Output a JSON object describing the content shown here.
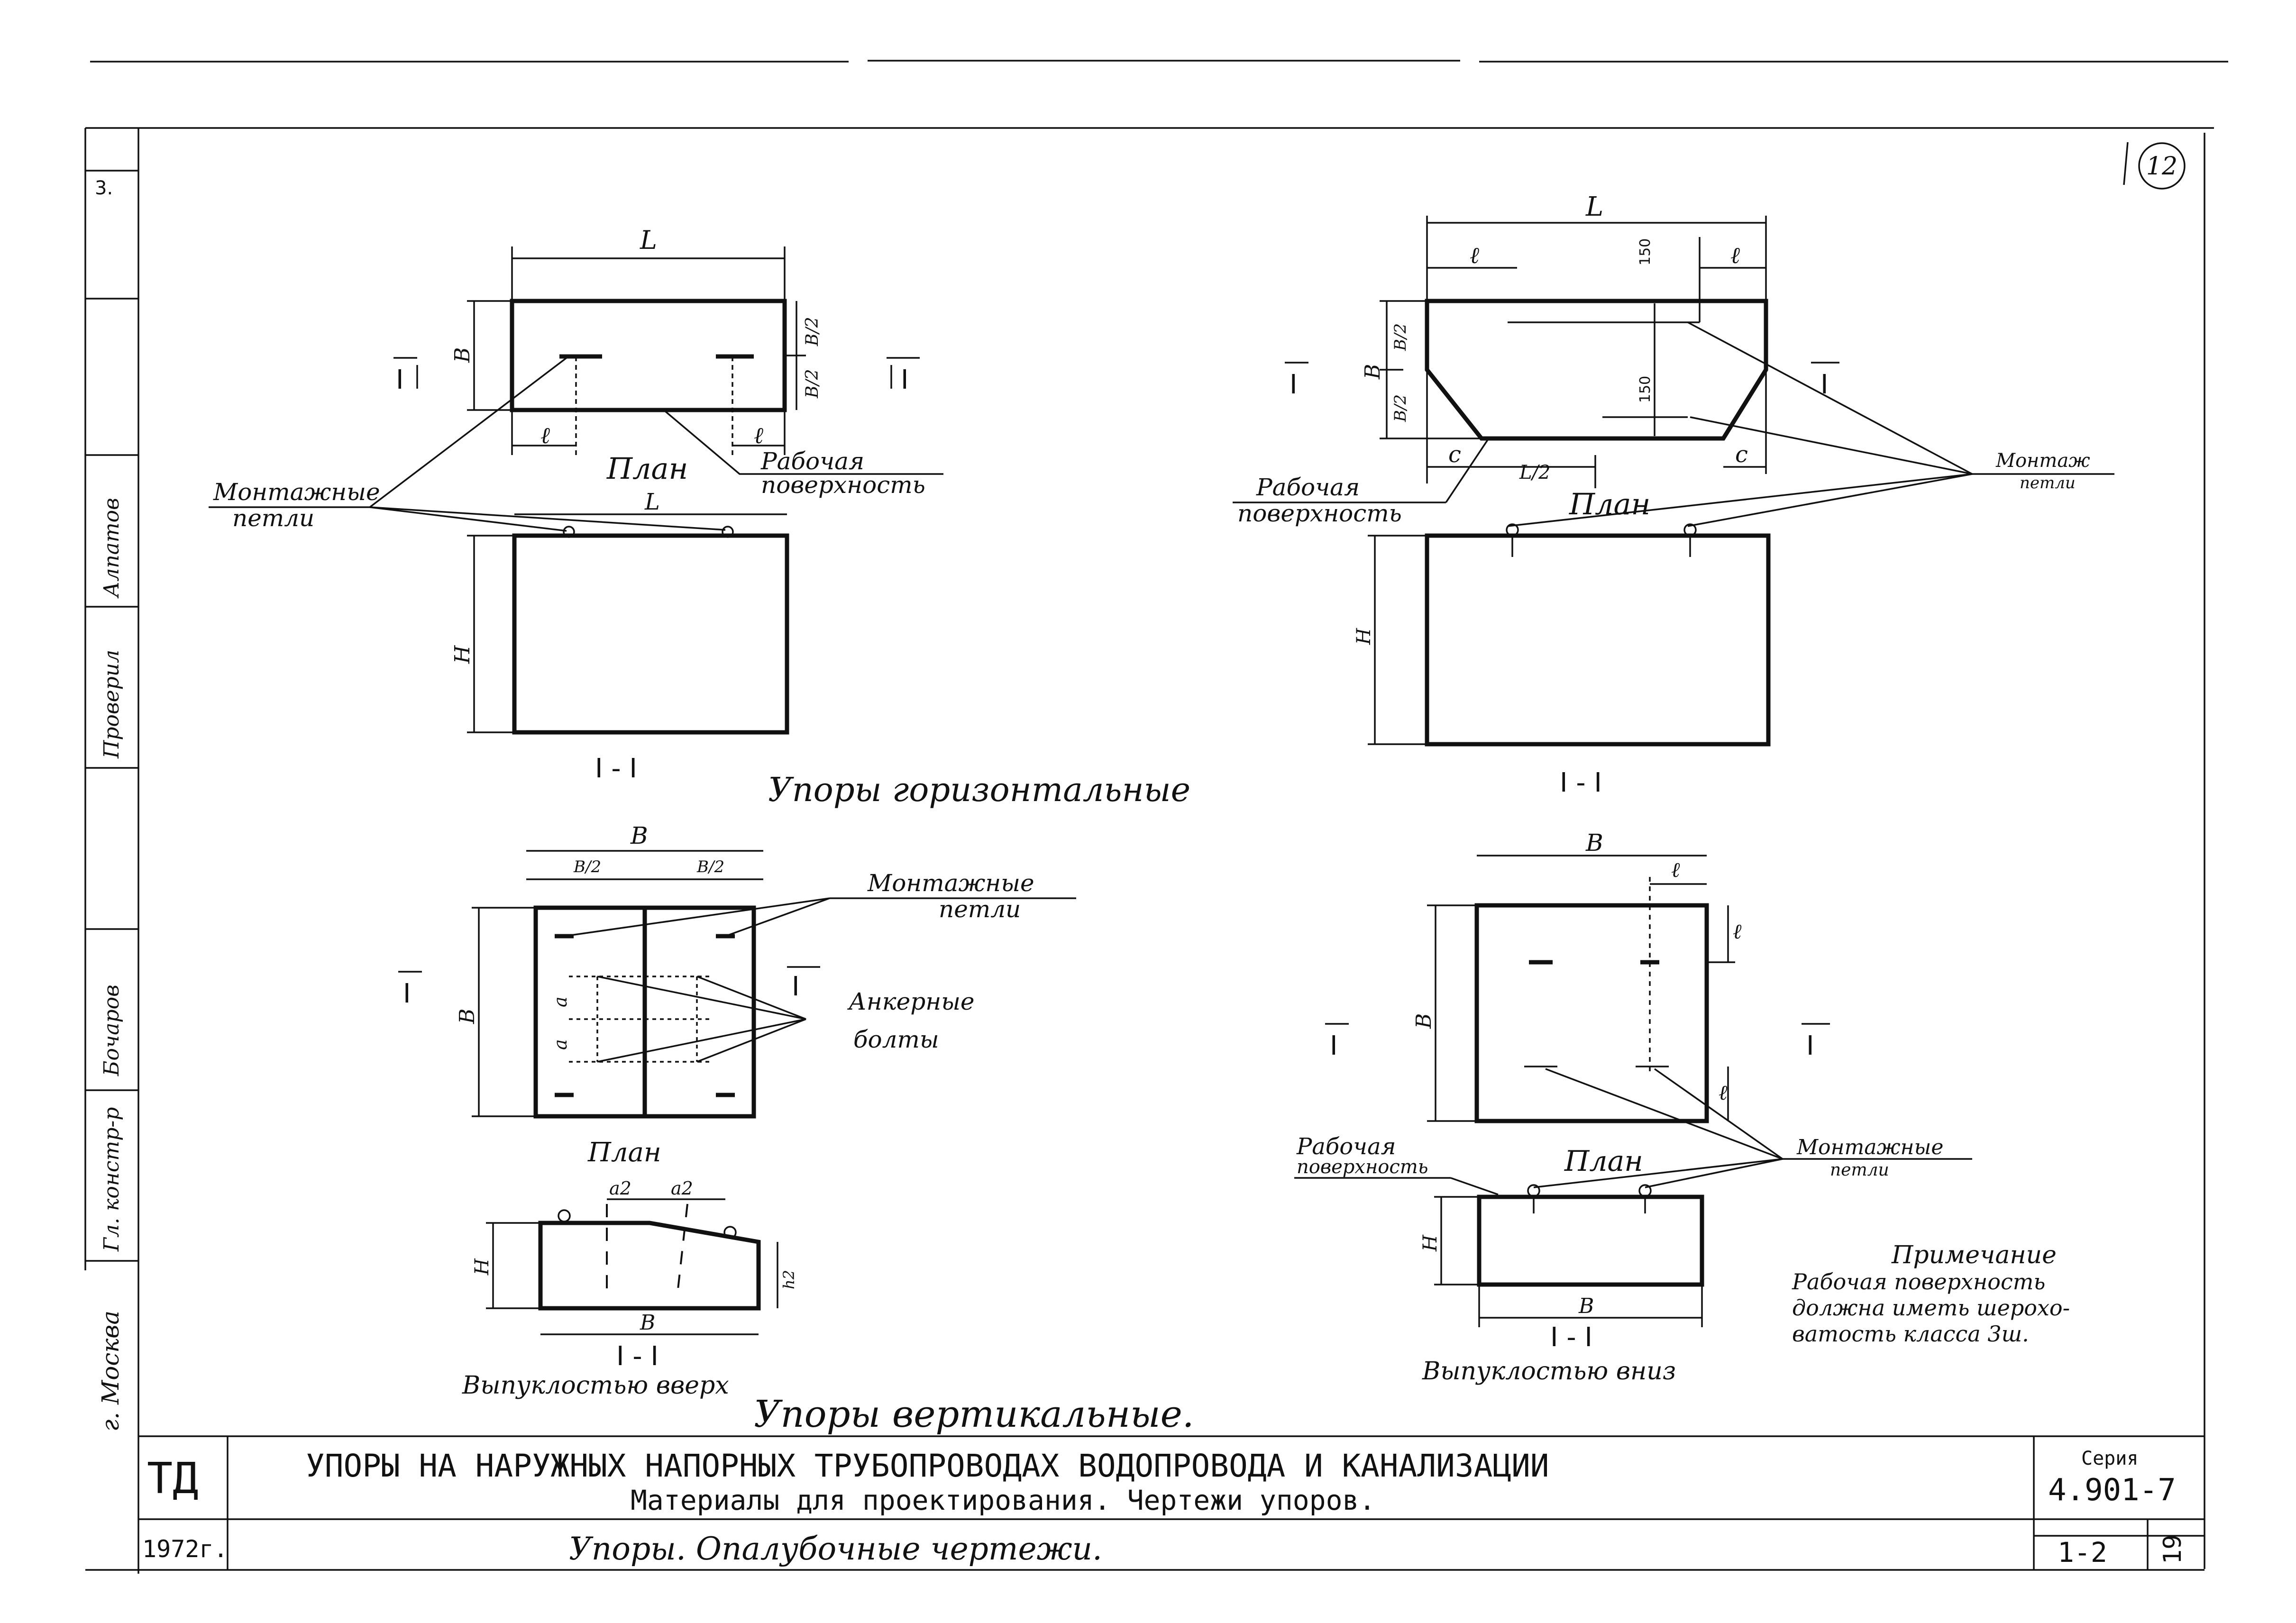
{
  "sheet_number": "12",
  "side_labels": [
    "Гл. констр-р",
    "Бочаров",
    "Проверил",
    "Алпатов",
    "г. Москва"
  ],
  "side_marks": [
    "3."
  ],
  "horizontal": {
    "caption": "Упоры горизонтальные",
    "left_plan": {
      "dim_L_top": "L",
      "dim_L_side": "L",
      "dim_B": "В",
      "dim_B2_top": "В/2",
      "dim_B2_bottom": "В/2",
      "dim_l_left": "ℓ",
      "dim_l_right": "ℓ",
      "dim_H": "Н",
      "section_mark_left": "I",
      "section_mark_right": "I",
      "plan_label": "План",
      "work_surface_line1": "Рабочая",
      "work_surface_line2": "поверхность",
      "loops_line1": "Монтажные",
      "loops_line2": "петли",
      "section_label": "I - I"
    },
    "right_plan": {
      "dim_L": "L",
      "dim_l_left": "ℓ",
      "dim_l_right": "ℓ",
      "dim_150_top": "150",
      "dim_150_mid": "150",
      "dim_B": "В",
      "dim_B2_top": "В/2",
      "dim_B2_bottom": "В/2",
      "dim_c_left": "с",
      "dim_c_right": "с",
      "dim_L2": "L/2",
      "dim_H": "Н",
      "section_mark_left": "I",
      "section_mark_right": "I",
      "plan_label": "План",
      "work_surface_line1": "Рабочая",
      "work_surface_line2": "поверхность",
      "loops_line1": "Монтаж",
      "loops_line2": "петли",
      "section_label": "I - I"
    }
  },
  "vertical": {
    "caption": "Упоры вертикальные.",
    "left_plan": {
      "dim_B_top": "В",
      "dim_B2_left": "В/2",
      "dim_B2_right": "В/2",
      "dim_B_side": "В",
      "dim_a_top": "а",
      "dim_a_bottom": "а",
      "dim_a2_left": "а2",
      "dim_a2_right": "а2",
      "dim_H": "Н",
      "dim_h2": "h2",
      "dim_B_bottom": "В",
      "section_mark_left": "I",
      "section_mark_right": "I",
      "plan_label": "План",
      "loops_line1": "Монтажные",
      "loops_line2": "петли",
      "bolts_line1": "Анкерные",
      "bolts_line2": "болты",
      "section_label": "I - I",
      "convex_label": "Выпуклостью вверх"
    },
    "right_plan": {
      "dim_B_top": "В",
      "dim_l_top": "ℓ",
      "dim_l_side": "ℓ",
      "dim_l_lower": "ℓ",
      "dim_B_side": "В",
      "dim_H": "Н",
      "dim_B_bottom": "В",
      "section_mark_left": "I",
      "section_mark_right": "I",
      "plan_label": "План",
      "work_surface_line1": "Рабочая",
      "work_surface_line2": "поверхность",
      "loops_line1": "Монтажные",
      "loops_line2": "петли",
      "section_label": "I - I",
      "convex_label": "Выпуклостью вниз"
    }
  },
  "note": {
    "title": "Примечание",
    "line1": "Рабочая поверхность",
    "line2": "должна иметь шерохо-",
    "line3": "ватость класса 3ш."
  },
  "title_block": {
    "org": "ТД",
    "year": "1972г.",
    "title_main": "УПОРЫ НА НАРУЖНЫХ НАПОРНЫХ ТРУБОПРОВОДАХ ВОДОПРОВОДА И КАНАЛИЗАЦИИ",
    "title_sub": "Материалы для проектирования. Чертежи упоров.",
    "sheet_title": "Упоры. Опалубочные чертежи.",
    "series_label": "Серия",
    "series_value": "4.901-7",
    "issue": "1-2",
    "sheet_no": "19"
  }
}
